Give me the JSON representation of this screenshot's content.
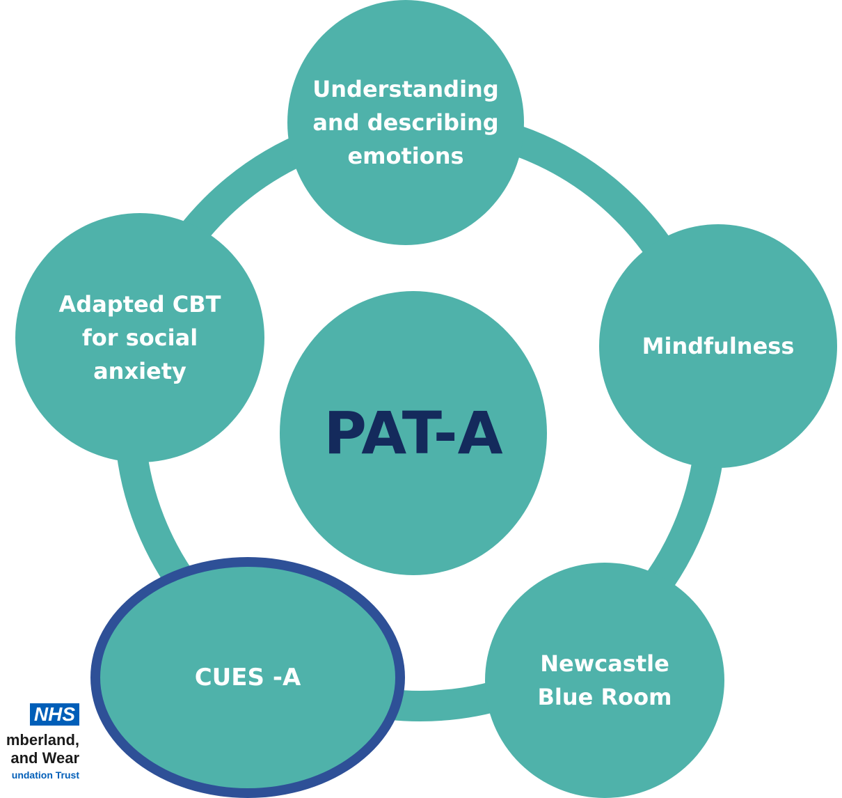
{
  "diagram": {
    "center": "PAT-A",
    "nodes": [
      {
        "id": "top",
        "label": "Understanding\nand describing\nemotions"
      },
      {
        "id": "right",
        "label": "Mindfulness"
      },
      {
        "id": "bottom-right",
        "label": "Newcastle\nBlue Room"
      },
      {
        "id": "bottom-left",
        "label": "CUES -A",
        "highlighted": true
      },
      {
        "id": "left",
        "label": "Adapted CBT\nfor social\nanxiety"
      }
    ]
  },
  "logo": {
    "badge": "NHS",
    "line1": "mberland,",
    "line2": "and Wear",
    "line3": "undation Trust"
  },
  "colors": {
    "node_fill": "#4fb2aa",
    "node_text": "#ffffff",
    "center_text": "#142a5c",
    "highlight_border": "#2e5097",
    "nhs_blue": "#005eb8"
  }
}
